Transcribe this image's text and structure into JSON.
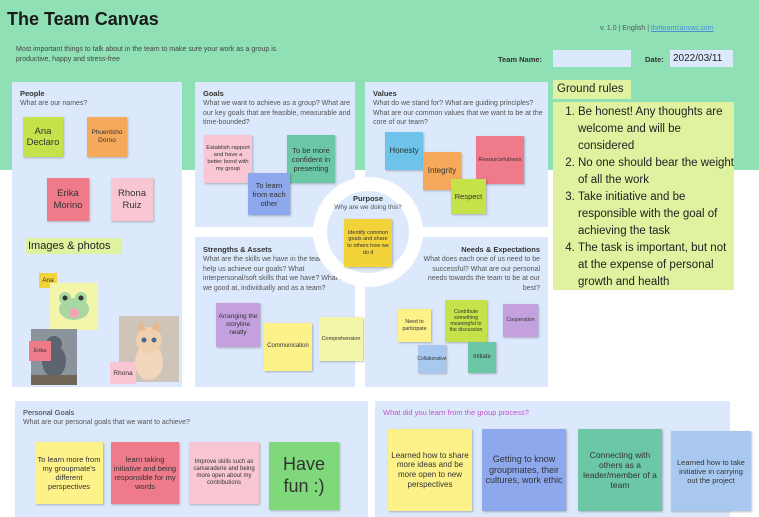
{
  "header": {
    "title": "The Team Canvas",
    "version": "v. 1.0 | English | ",
    "site_link": "theteamcanvas.com",
    "subtitle": "Most important things to talk about in the team to make sure your work as a group is productive, happy and stress-free",
    "team_name_label": "Team Name:",
    "team_name_value": "",
    "date_label": "Date:",
    "date_value": "2022/03/11"
  },
  "people": {
    "heading": "People",
    "subheading": "What are our names?",
    "notes": [
      "Ana Declaro",
      "Phuentsho Dorno",
      "Erika Morino",
      "Rhona Ruiz"
    ],
    "images_title": "Images & photos",
    "image_labels": [
      "Ana",
      "Erika",
      "Rhona"
    ]
  },
  "goals": {
    "heading": "Goals",
    "subheading": "What we want to achieve as a group? What are our key goals that are feasible, measurable and time-bounded?",
    "notes": [
      "Establish rapport and have a better bond with my group",
      "To be more confident in presenting",
      "To learn from each other"
    ]
  },
  "values": {
    "heading": "Values",
    "subheading": "What do we stand for? What are guiding principles? What are our common values that we want to be at the core of our team?",
    "notes": [
      "Honesty",
      "Integrity",
      "Resourcefulness",
      "Respect"
    ]
  },
  "purpose": {
    "heading": "Purpose",
    "subheading": "Why are we doing this?",
    "note": "Identify common goals and share to others how we do it"
  },
  "strengths": {
    "heading": "Strengths & Assets",
    "subheading": "What are the skills we have in the team that will help us achieve our goals? What interpersonal/soft skills that we have? What are we good at, individually and as a team?",
    "notes": [
      "Arranging the storyline neatly",
      "Communication",
      "Comprehension"
    ]
  },
  "needs": {
    "heading": "Needs & Expectations",
    "subheading": "What does each one of us need to be successful? What are our personal needs towards the team to be at our best?",
    "notes": [
      "Need to participate",
      "Contribute something meaningful to the discussion",
      "Cooperation",
      "Collaborative",
      "Initiate"
    ]
  },
  "ground_rules": {
    "title": "Ground rules",
    "items": [
      "Be honest! Any thoughts are welcome and will be considered",
      "No one should bear the weight of all the work",
      "Take initiative and be responsible with the goal of achieving the task",
      "The task is important, but not at the expense of personal growth and health"
    ]
  },
  "personal_goals": {
    "heading": "Personal Goals",
    "subheading": "What are our personal goals that we want to achieve?",
    "notes": [
      "To learn more from my groupmate's different perspectives",
      "learn taking initiative and being responsible for my words",
      "Improve skills such as camaraderie and being more open about my contributions",
      "Have fun :)"
    ]
  },
  "learn": {
    "heading": "What did you learn from the group process?",
    "notes": [
      "Learned how to share more ideas and be more open to new perspectives",
      "Getting to know groupmates, their cultures, work ethic",
      "Connecting with others as a leader/member of a team",
      "Learned how to take initiative in carrying out the project"
    ]
  },
  "colors": {
    "background": "#8fe0b4",
    "panel": "#dce8fb",
    "ground_rules": "#dff2a0",
    "learn_heading": "#c254c8"
  }
}
